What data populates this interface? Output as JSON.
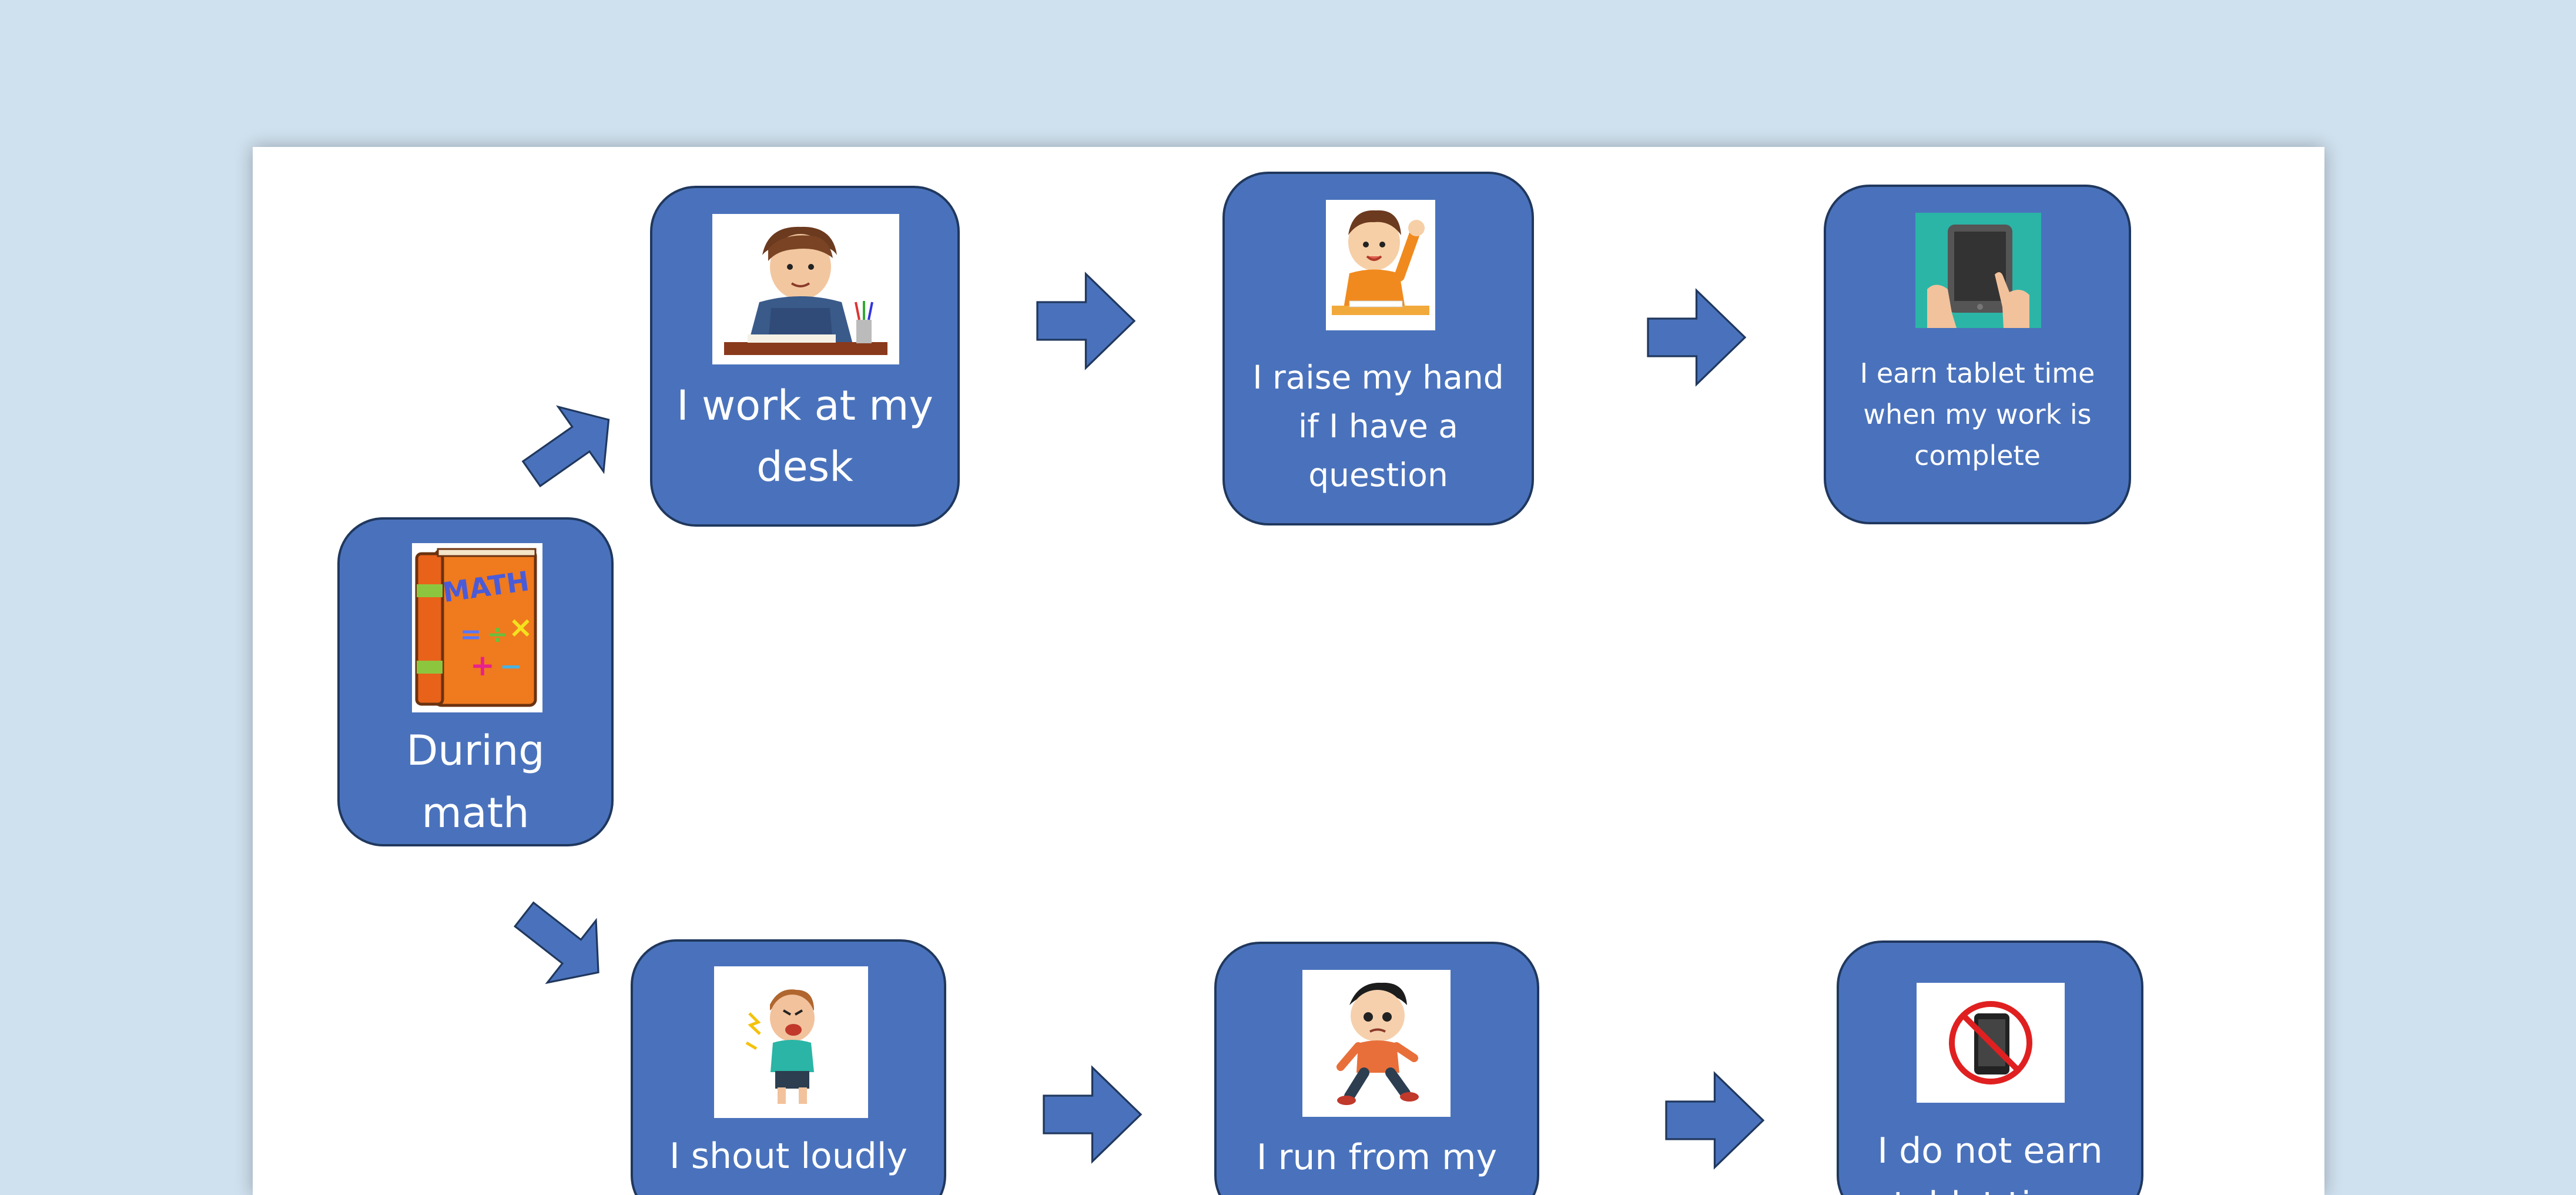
{
  "colors": {
    "page_bg": "#cfe0ee",
    "card": "#4a72bc",
    "card_border": "#20385e",
    "arrow": "#4a72bc"
  },
  "start": {
    "label": "During\nmath",
    "icon": "math-book"
  },
  "top_row": [
    {
      "label": "I work at my\ndesk",
      "icon": "student-writing"
    },
    {
      "label": "I raise my hand\nif I have a\nquestion",
      "icon": "student-raising-hand"
    },
    {
      "label": "I earn tablet time\nwhen my work is\ncomplete",
      "icon": "tablet-hands"
    }
  ],
  "bottom_row": [
    {
      "label": "I shout loudly",
      "icon": "student-shouting"
    },
    {
      "label": "I run from my",
      "icon": "student-running"
    },
    {
      "label": "I do not earn\ntablet time",
      "icon": "no-tablet"
    }
  ]
}
